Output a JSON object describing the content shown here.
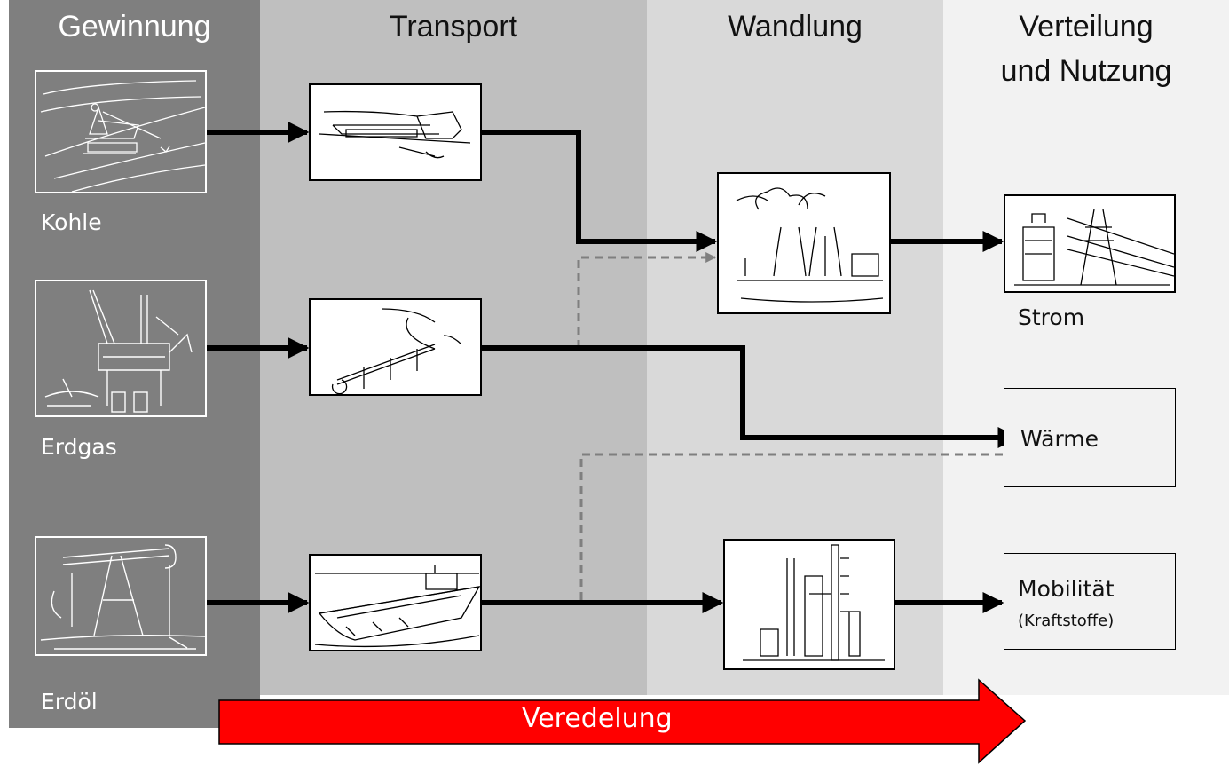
{
  "columns": {
    "gewinnung": "Gewinnung",
    "transport": "Transport",
    "wandlung": "Wandlung",
    "verteilung_l1": "Verteilung",
    "verteilung_l2": "und Nutzung"
  },
  "sources": {
    "kohle": "Kohle",
    "erdgas": "Erdgas",
    "erdoel": "Erdöl"
  },
  "outputs": {
    "strom": "Strom",
    "waerme": "Wärme",
    "mobilitaet": "Mobilität",
    "kraftstoffe": "(Kraftstoffe)"
  },
  "arrow_label": "Veredelung",
  "icons": [
    "excavator-icon",
    "oil-platform-icon",
    "pumpjack-icon",
    "train-icon",
    "pipeline-icon",
    "tanker-ship-icon",
    "power-plant-icon",
    "refinery-icon",
    "power-line-icon"
  ],
  "colors": {
    "gewinnung_bg": "#7f7f7f",
    "transport_bg": "#bfbfbf",
    "wandlung_bg": "#d9d9d9",
    "verteilung_bg": "#f2f2f2",
    "arrow_fill": "#ff0000",
    "dashed_line": "#7f7f7f"
  }
}
